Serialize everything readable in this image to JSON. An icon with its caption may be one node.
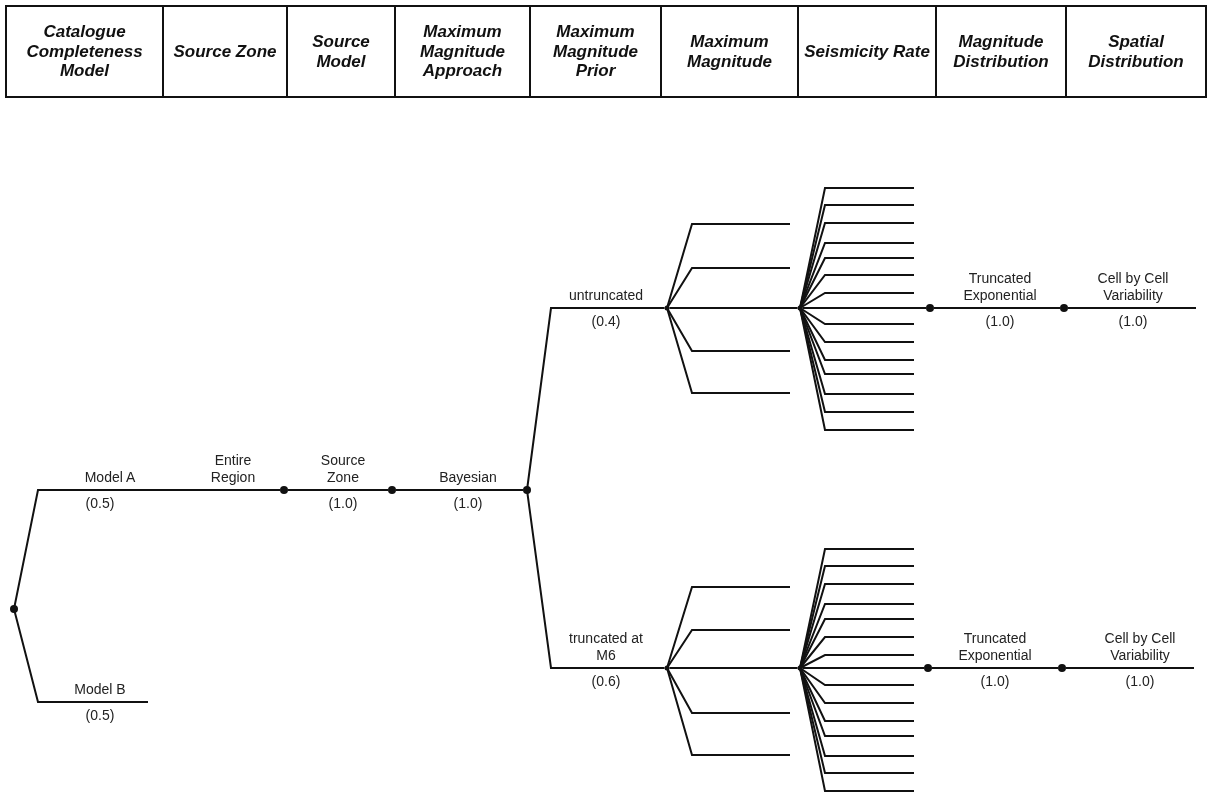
{
  "diagram": {
    "nodes": [
      {
        "text": [],
        "shape": "circle"
      },
      {
        "text": [],
        "shape": "circle"
      },
      {
        "text": [],
        "shape": "circle"
      },
      {
        "text": [],
        "shape": "circle"
      },
      {
        "text": [],
        "shape": "circle"
      },
      {
        "text": [],
        "shape": "circle"
      },
      {
        "text": [],
        "shape": "circle"
      },
      {
        "text": [],
        "shape": "circle"
      },
      {
        "text": [],
        "shape": "circle"
      },
      {
        "text": [],
        "shape": "circle"
      },
      {
        "text": [],
        "shape": "circle"
      },
      {
        "text": [],
        "shape": "circle"
      }
    ],
    "edges": [
      {
        "from": 0,
        "to": 1,
        "arrow": "none"
      },
      {
        "from": 0,
        "to": null,
        "arrow": "none"
      },
      {
        "from": 1,
        "to": 2,
        "arrow": "none"
      },
      {
        "from": 2,
        "to": 3,
        "arrow": "none"
      },
      {
        "from": 3,
        "to": 4,
        "arrow": "none"
      },
      {
        "from": 3,
        "to": 8,
        "arrow": "none"
      },
      {
        "from": 4,
        "to": null,
        "arrow": "none"
      },
      {
        "from": 4,
        "to": null,
        "arrow": "none"
      },
      {
        "from": 4,
        "to": 5,
        "arrow": "none"
      },
      {
        "from": 4,
        "to": null,
        "arrow": "none"
      },
      {
        "from": 4,
        "to": null,
        "arrow": "none"
      },
      {
        "from": 5,
        "to": null,
        "arrow": "none"
      },
      {
        "from": 5,
        "to": null,
        "arrow": "none"
      },
      {
        "from": 5,
        "to": null,
        "arrow": "none"
      },
      {
        "from": 5,
        "to": null,
        "arrow": "none"
      },
      {
        "from": 5,
        "to": null,
        "arrow": "none"
      },
      {
        "from": 5,
        "to": null,
        "arrow": "none"
      },
      {
        "from": 5,
        "to": null,
        "arrow": "none"
      },
      {
        "from": 5,
        "to": 6,
        "arrow": "none"
      },
      {
        "from": 5,
        "to": null,
        "arrow": "none"
      },
      {
        "from": 5,
        "to": null,
        "arrow": "none"
      },
      {
        "from": 5,
        "to": null,
        "arrow": "none"
      },
      {
        "from": 5,
        "to": null,
        "arrow": "none"
      },
      {
        "from": 5,
        "to": null,
        "arrow": "none"
      },
      {
        "from": 5,
        "to": null,
        "arrow": "none"
      },
      {
        "from": 5,
        "to": null,
        "arrow": "none"
      },
      {
        "from": 6,
        "to": 7,
        "arrow": "none"
      },
      {
        "from": 7,
        "to": null,
        "arrow": "none"
      },
      {
        "from": 8,
        "to": null,
        "arrow": "none"
      },
      {
        "from": 8,
        "to": null,
        "arrow": "none"
      },
      {
        "from": 8,
        "to": 9,
        "arrow": "none"
      },
      {
        "from": 8,
        "to": null,
        "arrow": "none"
      },
      {
        "from": 8,
        "to": null,
        "arrow": "none"
      },
      {
        "from": 9,
        "to": null,
        "arrow": "none"
      },
      {
        "from": 9,
        "to": null,
        "arrow": "none"
      },
      {
        "from": 9,
        "to": null,
        "arrow": "none"
      },
      {
        "from": 9,
        "to": null,
        "arrow": "none"
      },
      {
        "from": 9,
        "to": null,
        "arrow": "none"
      },
      {
        "from": 9,
        "to": null,
        "arrow": "none"
      },
      {
        "from": 9,
        "to": null,
        "arrow": "none"
      },
      {
        "from": 9,
        "to": 10,
        "arrow": "none"
      },
      {
        "from": 9,
        "to": null,
        "arrow": "none"
      },
      {
        "from": 9,
        "to": null,
        "arrow": "none"
      },
      {
        "from": 9,
        "to": null,
        "arrow": "none"
      },
      {
        "from": 9,
        "to": null,
        "arrow": "none"
      },
      {
        "from": 9,
        "to": null,
        "arrow": "none"
      },
      {
        "from": 9,
        "to": null,
        "arrow": "none"
      },
      {
        "from": 9,
        "to": null,
        "arrow": "none"
      },
      {
        "from": 10,
        "to": 11,
        "arrow": "none"
      },
      {
        "from": 11,
        "to": null,
        "arrow": "none"
      }
    ],
    "labels": [
      "Catalogue Completeness Model",
      "Source Zone",
      "Source Model",
      "Maximum Magnitude Approach",
      "Maximum Magnitude Prior",
      "Maximum Magnitude",
      "Seismicity Rate",
      "Magnitude Distribution",
      "Spatial Distribution",
      "untruncated",
      "Truncated Exponential",
      "Cell by Cell Variability",
      "(0.4)",
      "(1.0)",
      "(1.0)",
      "Model A",
      "Entire Region",
      "Source Zone",
      "Bayesian",
      "(0.5)",
      "(1.0)",
      "(1.0)",
      "truncated at M6",
      "Truncated Exponential",
      "Cell by Cell Variability",
      "(0.6)",
      "(1.0)",
      "(1.0)",
      "Model B",
      "(0.5)"
    ]
  }
}
